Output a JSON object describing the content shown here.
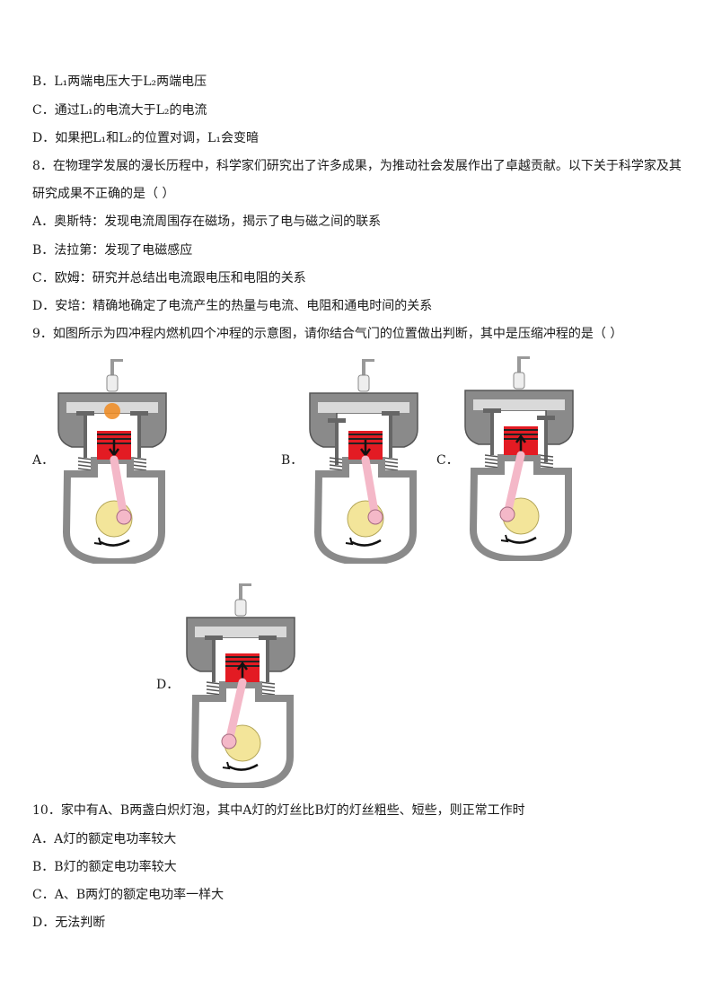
{
  "lines": {
    "q7b": "B．L₁两端电压大于L₂两端电压",
    "q7c": "C．通过L₁的电流大于L₂的电流",
    "q7d": "D．如果把L₁和L₂的位置对调，L₁会变暗",
    "q8": "8．在物理学发展的漫长历程中，科学家们研究出了许多成果，为推动社会发展作出了卓越贡献。以下关于科学家及其",
    "q8_cont": "研究成果不正确的是（    ）",
    "q8a": "A．奥斯特：发现电流周围存在磁场，揭示了电与磁之间的联系",
    "q8b": "B．法拉第：发现了电磁感应",
    "q8c": "C．欧姆：研究并总结出电流跟电压和电阻的关系",
    "q8d": "D．安培：精确地确定了电流产生的热量与电流、电阻和通电时间的关系",
    "q9": "9．如图所示为四冲程内燃机四个冲程的示意图，请你结合气门的位置做出判断，其中是压缩冲程的是（        ）",
    "q10": "10．家中有A、B两盏白炽灯泡，其中A灯的灯丝比B灯的灯丝粗些、短些，则正常工作时",
    "q10a": "A．A灯的额定电功率较大",
    "q10b": "B．B灯的额定电功率较大",
    "q10c": "C．A、B两灯的额定电功率一样大",
    "q10d": "D．无法判断"
  },
  "figure_labels": {
    "a": "A．",
    "b": "B．",
    "c": "C．",
    "d": "D．"
  },
  "colors": {
    "piston": "#e31b23",
    "body": "#8a8a8a",
    "gear": "#f3e59a",
    "rod": "#f4b8c8"
  }
}
